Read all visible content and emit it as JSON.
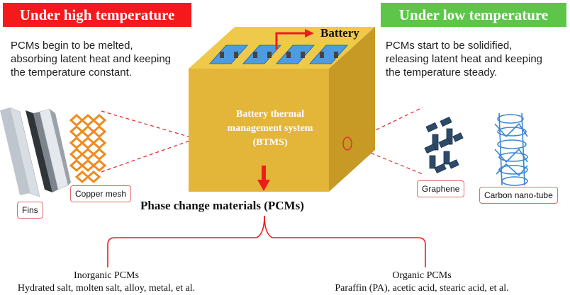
{
  "high_temp": {
    "banner": "Under high temperature",
    "description_lines": [
      "PCMs begin to be melted,",
      "absorbing latent heat and keeping",
      "the temperature constant."
    ]
  },
  "low_temp": {
    "banner": "Under low temperature",
    "description_lines": [
      "PCMs start to be solidified,",
      "releasing latent heat and keeping",
      "the temperature steady."
    ]
  },
  "battery": {
    "label": "Battery"
  },
  "btms": {
    "lines": [
      "Battery thermal",
      "management system",
      "(BTMS)"
    ]
  },
  "additives": {
    "fins": "Fins",
    "copper_mesh": "Copper mesh",
    "graphene": "Graphene",
    "carbon_nanotube": "Carbon nano-tube"
  },
  "pcm": {
    "title": "Phase change materials (PCMs)",
    "inorganic": {
      "title": "Inorganic PCMs",
      "examples": "Hydrated salt, molten salt, alloy, metal, et al."
    },
    "organic": {
      "title": "Organic PCMs",
      "examples": "Paraffin (PA), acetic acid, stearic acid, et al."
    }
  },
  "colors": {
    "high_banner": "#f5191b",
    "low_banner": "#5dc64a",
    "box_front": "#e3b63a",
    "box_top": "#efc94a",
    "box_side": "#c79a25",
    "cell": "#4d9be0",
    "arrow": "#ee1c1c",
    "copper": "#f08a1e",
    "graphene": "#2c4a6a",
    "nanotube": "#3a86d6"
  }
}
